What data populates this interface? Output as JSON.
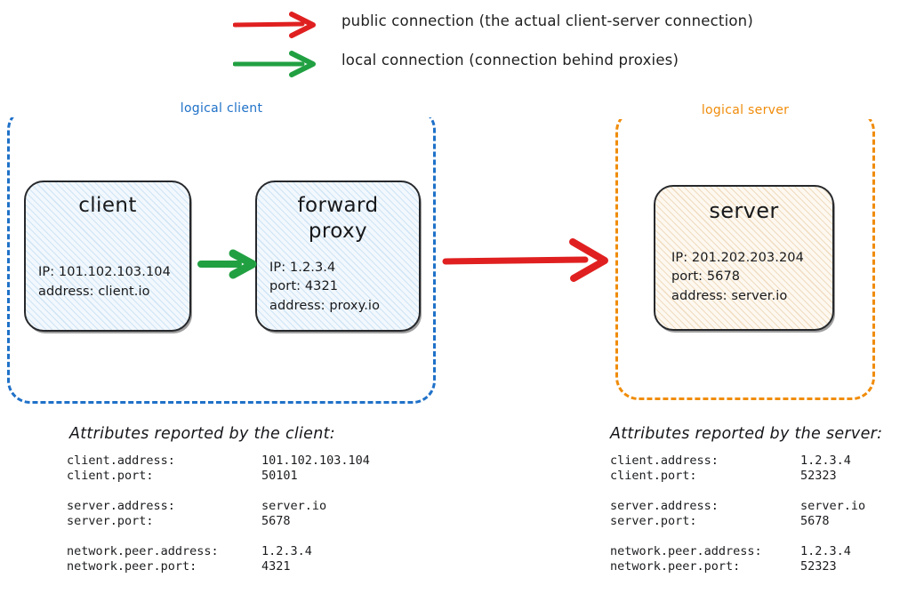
{
  "legend": {
    "items": [
      {
        "icon": "red-arrow-icon",
        "color": "#e02020",
        "label": "public connection (the actual client-server connection)"
      },
      {
        "icon": "green-arrow-icon",
        "color": "#21a042",
        "label": "local connection (connection behind proxies)"
      }
    ]
  },
  "colors": {
    "public_arrow": "#e02020",
    "local_arrow": "#21a042",
    "client_container": "#1f71c8",
    "server_container": "#f08c0a",
    "node_border": "#26282b",
    "client_fill": "#f2f8fd",
    "client_hatch": "#cfe4f5",
    "server_fill": "#fdf8f0",
    "server_hatch": "#f0dcc0"
  },
  "logical_client": {
    "label": "logical client",
    "nodes": [
      {
        "name": "client",
        "title": "client",
        "lines": [
          "IP: 101.102.103.104",
          "address: client.io"
        ]
      },
      {
        "name": "forward-proxy",
        "title": "forward\nproxy",
        "title_line1": "forward",
        "title_line2": "proxy",
        "lines": [
          "IP: 1.2.3.4",
          "port: 4321",
          "address: proxy.io"
        ]
      }
    ]
  },
  "logical_server": {
    "label": "logical server",
    "nodes": [
      {
        "name": "server",
        "title": "server",
        "lines": [
          "IP: 201.202.203.204",
          "port: 5678",
          "address: server.io"
        ]
      }
    ]
  },
  "arrows": {
    "local_client_to_proxy": {
      "type": "local",
      "color": "#21a042"
    },
    "public_proxy_to_server": {
      "type": "public",
      "color": "#e02020"
    }
  },
  "attributes_client": {
    "heading": "Attributes reported by the client:",
    "groups": [
      [
        {
          "key": "client.address:",
          "value": "101.102.103.104"
        },
        {
          "key": "client.port:",
          "value": "50101"
        }
      ],
      [
        {
          "key": "server.address:",
          "value": "server.io"
        },
        {
          "key": "server.port:",
          "value": "5678"
        }
      ],
      [
        {
          "key": "network.peer.address:",
          "value": "1.2.3.4"
        },
        {
          "key": "network.peer.port:",
          "value": "4321"
        }
      ]
    ]
  },
  "attributes_server": {
    "heading": "Attributes reported by the server:",
    "groups": [
      [
        {
          "key": "client.address:",
          "value": "1.2.3.4"
        },
        {
          "key": "client.port:",
          "value": "52323"
        }
      ],
      [
        {
          "key": "server.address:",
          "value": "server.io"
        },
        {
          "key": "server.port:",
          "value": "5678"
        }
      ],
      [
        {
          "key": "network.peer.address:",
          "value": "1.2.3.4"
        },
        {
          "key": "network.peer.port:",
          "value": "52323"
        }
      ]
    ]
  }
}
